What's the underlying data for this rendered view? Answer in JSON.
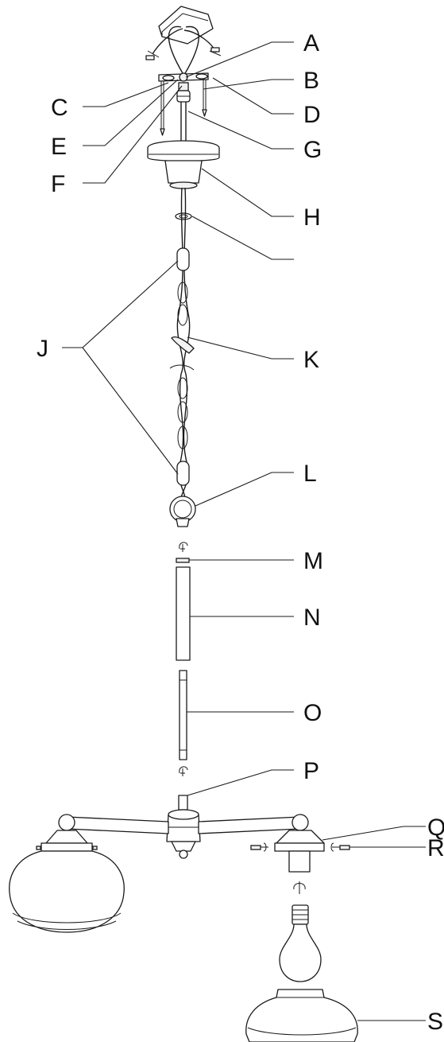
{
  "labels": {
    "A": "A",
    "B": "B",
    "C": "C",
    "D": "D",
    "E": "E",
    "F": "F",
    "G": "G",
    "H": "H",
    "J": "J",
    "K": "K",
    "L": "L",
    "M": "M",
    "N": "N",
    "O": "O",
    "P": "P",
    "Q": "Q",
    "R": "R",
    "S": "S"
  }
}
